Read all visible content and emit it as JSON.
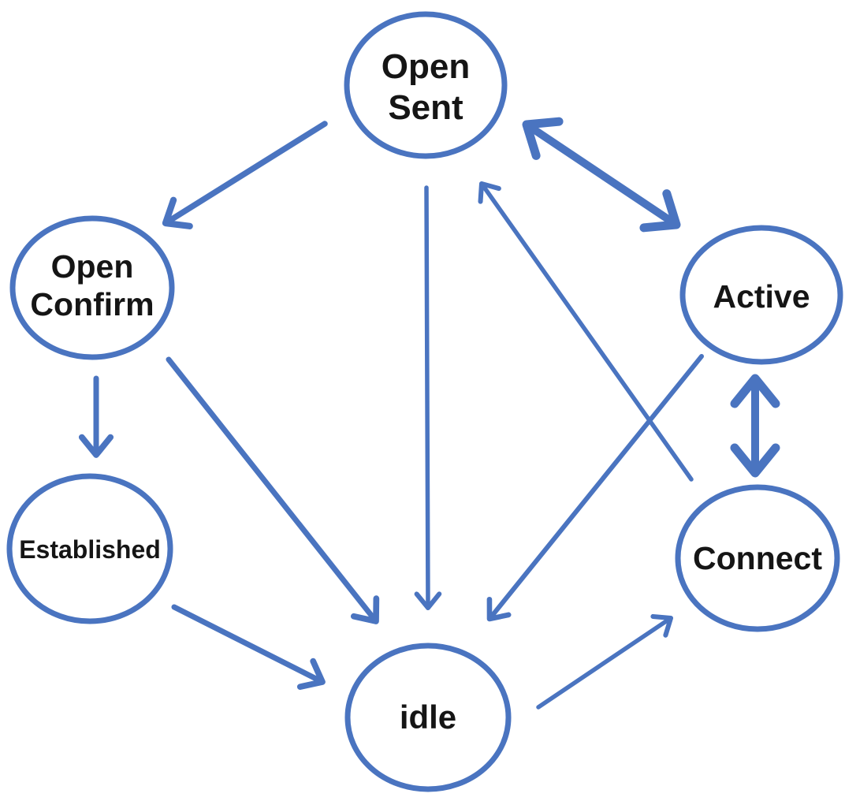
{
  "diagram": {
    "colors": {
      "accent": "#4a74c0",
      "label": "#151515",
      "background": "#ffffff"
    },
    "nodes": [
      {
        "id": "open-sent",
        "lines": [
          "Open",
          "Sent"
        ]
      },
      {
        "id": "open-confirm",
        "lines": [
          "Open",
          "Confirm"
        ]
      },
      {
        "id": "active",
        "lines": [
          "Active"
        ]
      },
      {
        "id": "established",
        "lines": [
          "Established"
        ]
      },
      {
        "id": "connect",
        "lines": [
          "Connect"
        ]
      },
      {
        "id": "idle",
        "lines": [
          "idle"
        ]
      }
    ],
    "edges": [
      {
        "from": "Open Sent",
        "to": "Open Confirm",
        "direction": "one-way"
      },
      {
        "from": "Open Sent",
        "to": "idle",
        "direction": "one-way"
      },
      {
        "from": "Open Sent",
        "to": "Active",
        "direction": "two-way"
      },
      {
        "from": "Open Confirm",
        "to": "Established",
        "direction": "one-way"
      },
      {
        "from": "Open Confirm",
        "to": "idle",
        "direction": "one-way"
      },
      {
        "from": "Active",
        "to": "idle",
        "direction": "one-way"
      },
      {
        "from": "Active",
        "to": "Connect",
        "direction": "two-way"
      },
      {
        "from": "Established",
        "to": "idle",
        "direction": "one-way"
      },
      {
        "from": "idle",
        "to": "Connect",
        "direction": "one-way"
      },
      {
        "from": "Connect",
        "to": "Open Sent",
        "direction": "one-way"
      }
    ]
  }
}
